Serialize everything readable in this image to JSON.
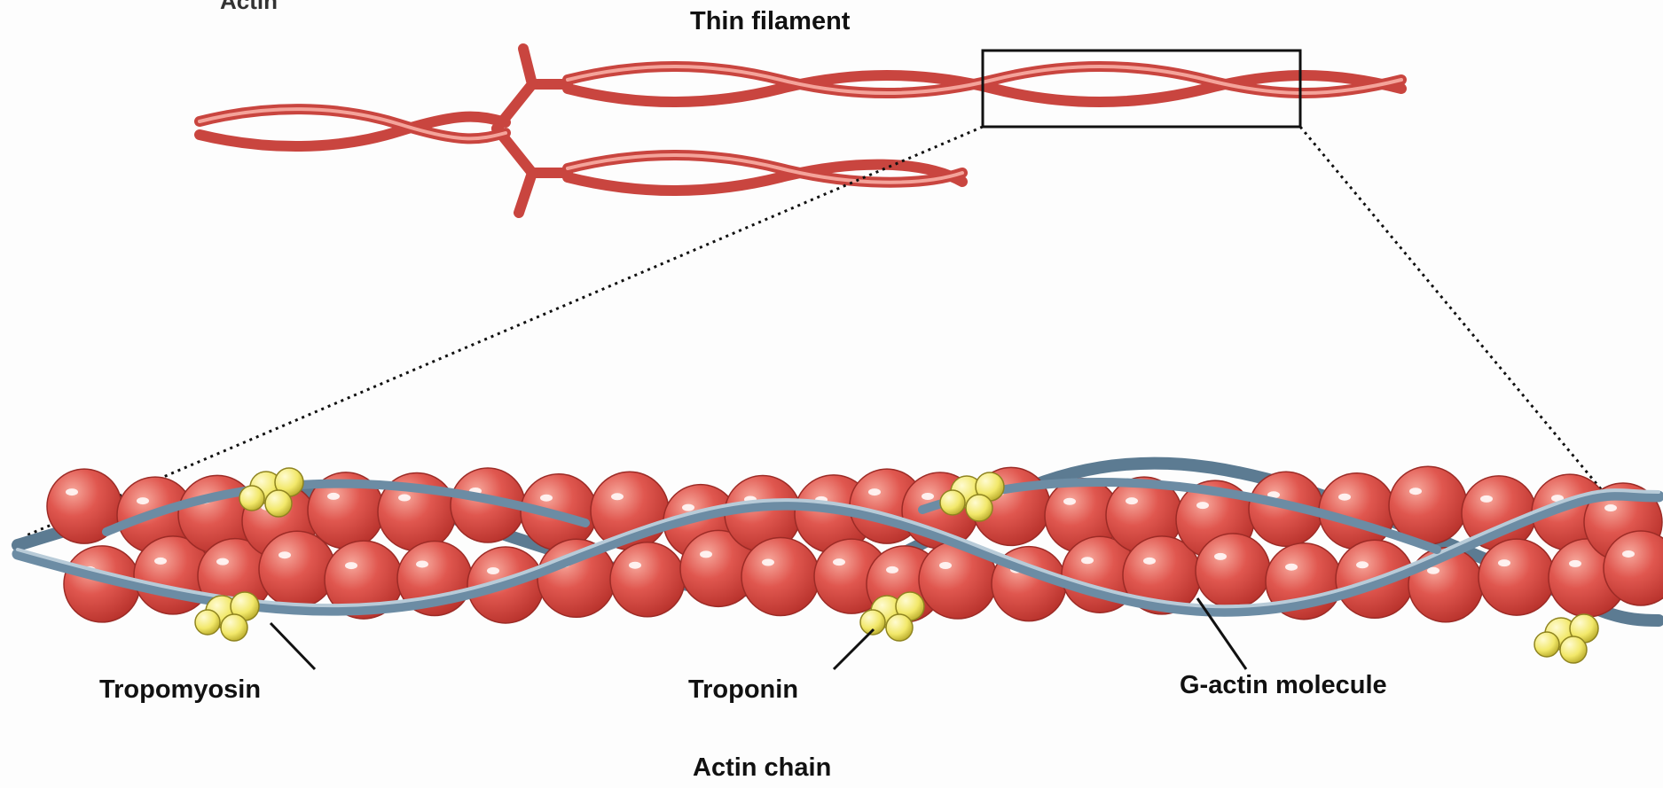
{
  "labels": {
    "top_clip": "Actin",
    "thin_filament": "Thin filament",
    "tropomyosin": "Tropomyosin",
    "troponin": "Troponin",
    "g_actin": "G-actin molecule",
    "actin_chain": "Actin chain"
  },
  "colors": {
    "actin_red": "#e0574f",
    "actin_light": "#f08a80",
    "strand_blue": "#6c8ca4",
    "troponin_yellow": "#f2e86a",
    "background": "#fdfdfd"
  }
}
